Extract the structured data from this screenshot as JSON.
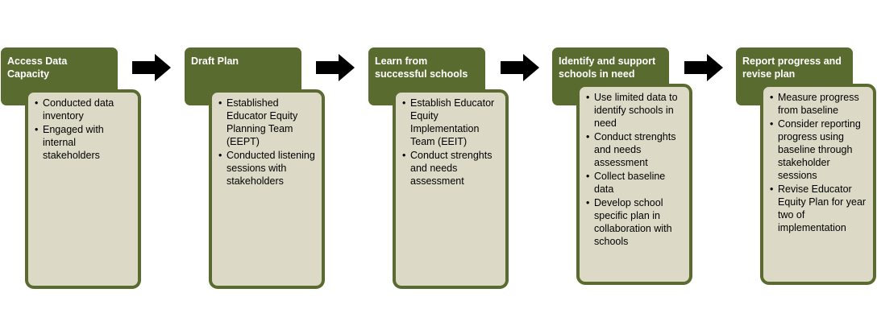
{
  "steps": [
    {
      "title": "Access Data Capacity",
      "items": [
        "Conducted data inventory",
        "Engaged with internal stakeholders"
      ]
    },
    {
      "title": "Draft Plan",
      "items": [
        "Established Educator Equity Planning Team (EEPT)",
        "Conducted listening sessions with stakeholders"
      ]
    },
    {
      "title": "Learn from successful schools",
      "items": [
        "Establish Educator Equity Implementation Team (EEIT)",
        "Conduct strenghts and needs assessment"
      ]
    },
    {
      "title": "Identify and support schools in need",
      "items": [
        "Use limited data to identify schools in need",
        "Conduct strenghts and needs assessment",
        "Collect baseline data",
        "Develop school specific plan in collaboration with schools"
      ]
    },
    {
      "title": "Report progress and revise plan",
      "items": [
        "Measure progress from baseline",
        "Consider reporting progress using baseline through stakeholder sessions",
        "Revise Educator Equity Plan for year two of implementation"
      ]
    }
  ],
  "colors": {
    "header": "#5a6b2f",
    "card_fill": "#dcd9c6",
    "card_border": "#5a6b2f",
    "arrow": "#000000"
  },
  "icons": [
    "right-arrow-icon"
  ]
}
